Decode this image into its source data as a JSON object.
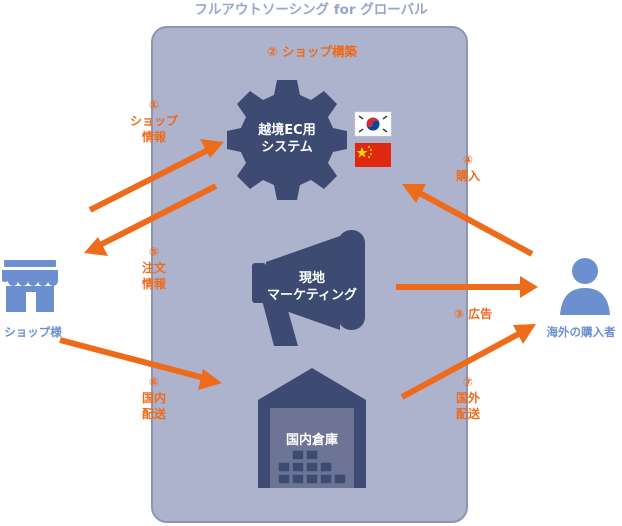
{
  "title": "フルアウトソーシング for グローバル",
  "panel_label": "② ショップ構築",
  "gear_label": [
    "越境EC用",
    "システム"
  ],
  "megaphone_label": [
    "現地",
    "マーケティング"
  ],
  "warehouse_label": "国内倉庫",
  "left_actor": "ショップ様",
  "right_actor": "海外の購入者",
  "steps": {
    "s1": [
      "①",
      "ショップ",
      "情報"
    ],
    "s4": [
      "④",
      "購入"
    ],
    "s5": [
      "⑤",
      "注文",
      "情報"
    ],
    "s3": "③ 広告",
    "s6": [
      "⑥",
      "国内",
      "配送"
    ],
    "s7": [
      "⑦",
      "国外",
      "配送"
    ]
  },
  "flags": [
    "korea-flag",
    "china-flag"
  ],
  "colors": {
    "arrow": "#ee6b1c",
    "icon": "#3d4b72",
    "panel": "#aeb3cd",
    "actor": "#6b8fcf"
  }
}
